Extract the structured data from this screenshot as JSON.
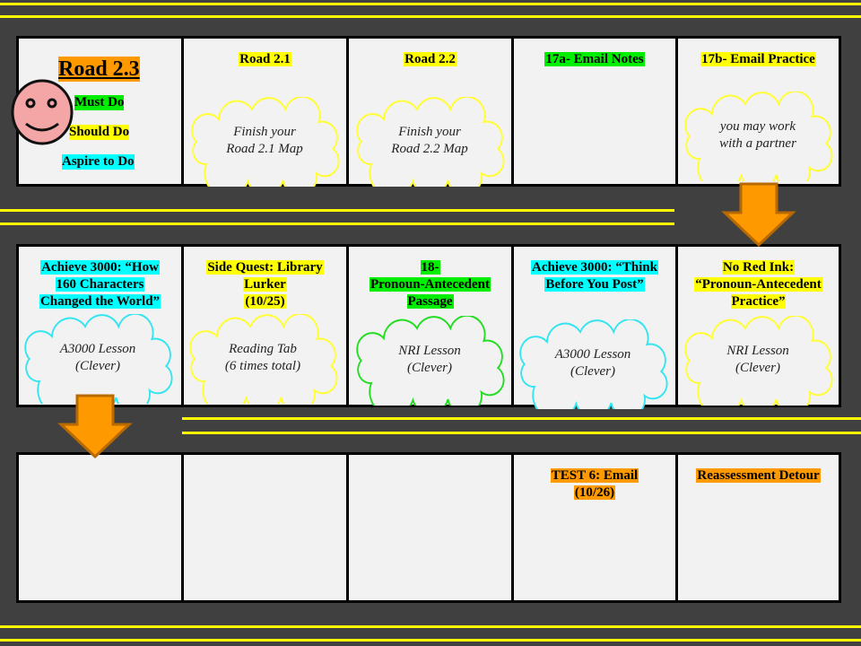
{
  "legend": {
    "title": "Road 2.3",
    "must": "Must Do",
    "should": "Should Do",
    "aspire": "Aspire to Do"
  },
  "row1": [
    {
      "title": "Road 2.1",
      "cloud": [
        "Finish your",
        "Road 2.1 Map"
      ]
    },
    {
      "title": "Road 2.2",
      "cloud": [
        "Finish your",
        "Road 2.2 Map"
      ]
    },
    {
      "title": "17a- Email Notes"
    },
    {
      "title": "17b- Email Practice",
      "cloud": [
        "you may work",
        "with a partner"
      ]
    }
  ],
  "row2": [
    {
      "title": [
        "Achieve 3000: “How",
        "160 Characters",
        "Changed the World”"
      ],
      "cloud": [
        "A3000 Lesson",
        "(Clever)"
      ]
    },
    {
      "title": [
        "Side Quest: Library",
        "Lurker",
        "(10/25)"
      ],
      "cloud": [
        "Reading Tab",
        "(6 times total)"
      ]
    },
    {
      "title": [
        "18-",
        "Pronoun-Antecedent",
        "Passage"
      ],
      "cloud": [
        "NRI Lesson",
        "(Clever)"
      ]
    },
    {
      "title": [
        "Achieve 3000: “Think",
        "Before You Post”"
      ],
      "cloud": [
        "A3000 Lesson",
        "(Clever)"
      ]
    },
    {
      "title": [
        "No Red Ink:",
        "“Pronoun-Antecedent",
        "Practice”"
      ],
      "cloud": [
        "NRI Lesson",
        "(Clever)"
      ]
    }
  ],
  "row3": [
    {
      "title": [
        "TEST 6: Email",
        "(10/26)"
      ]
    },
    {
      "title": [
        "Reassessment Detour"
      ]
    }
  ],
  "colors": {
    "yellow": "#ffff00",
    "green": "#00ee00",
    "cyan": "#00ffff",
    "orange": "#ff9900",
    "road": "#404040"
  }
}
